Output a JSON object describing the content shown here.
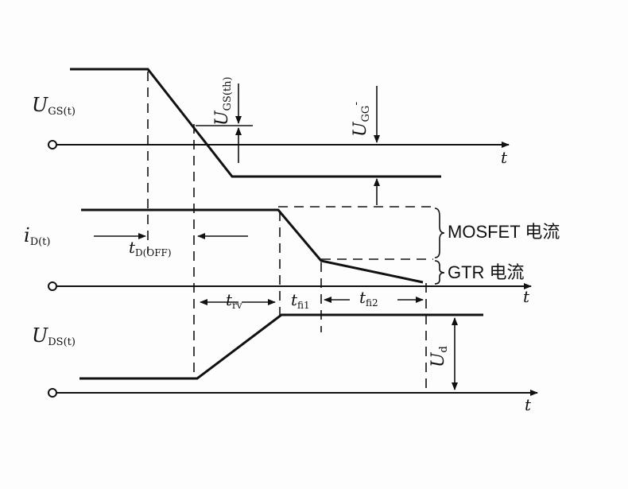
{
  "chart_data": {
    "type": "line",
    "title": "",
    "panels": [
      {
        "signal": "U",
        "signal_sub": "GS(t)",
        "axis_label": "t",
        "annotations": [
          {
            "main": "U",
            "sub": "GS(th)"
          },
          {
            "main": "U",
            "sub": "GG",
            "sup": "-"
          }
        ]
      },
      {
        "signal": "i",
        "signal_sub": "D(t)",
        "axis_label": "t",
        "brace_labels": [
          "MOSFET 电流",
          "GTR 电流"
        ],
        "interval_label": {
          "main": "t",
          "sub": "D(OFF)"
        }
      },
      {
        "signal": "U",
        "signal_sub": "DS(t)",
        "axis_label": "t",
        "amplitude_label": {
          "main": "U",
          "sub": "d"
        }
      }
    ],
    "intervals": [
      {
        "main": "t",
        "sub": "rv"
      },
      {
        "main": "t",
        "sub": "fi1"
      },
      {
        "main": "t",
        "sub": "fi2"
      }
    ]
  },
  "colors": {
    "line": "#111111",
    "background": "#fdfdfd"
  }
}
